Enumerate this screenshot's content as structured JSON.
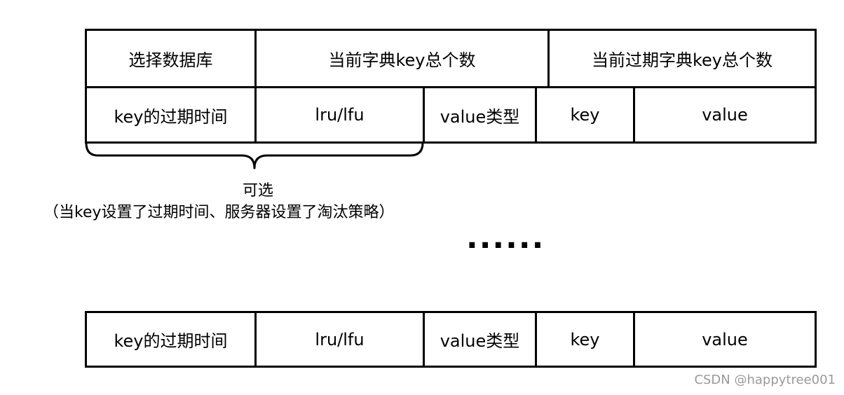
{
  "header_row": {
    "db_select": "选择数据库",
    "dict_key_count": "当前字典key总个数",
    "expire_dict_key_count": "当前过期字典key总个数"
  },
  "entry_row_1": {
    "expire_time": "key的过期时间",
    "lru_lfu": "lru/lfu",
    "value_type": "value类型",
    "key": "key",
    "value": "value"
  },
  "optional_note": {
    "label": "可选",
    "detail": "（当key设置了过期时间、服务器设置了淘汰策略）"
  },
  "ellipsis": "......",
  "entry_row_2": {
    "expire_time": "key的过期时间",
    "lru_lfu": "lru/lfu",
    "value_type": "value类型",
    "key": "key",
    "value": "value"
  },
  "watermark": "CSDN @happytree001"
}
